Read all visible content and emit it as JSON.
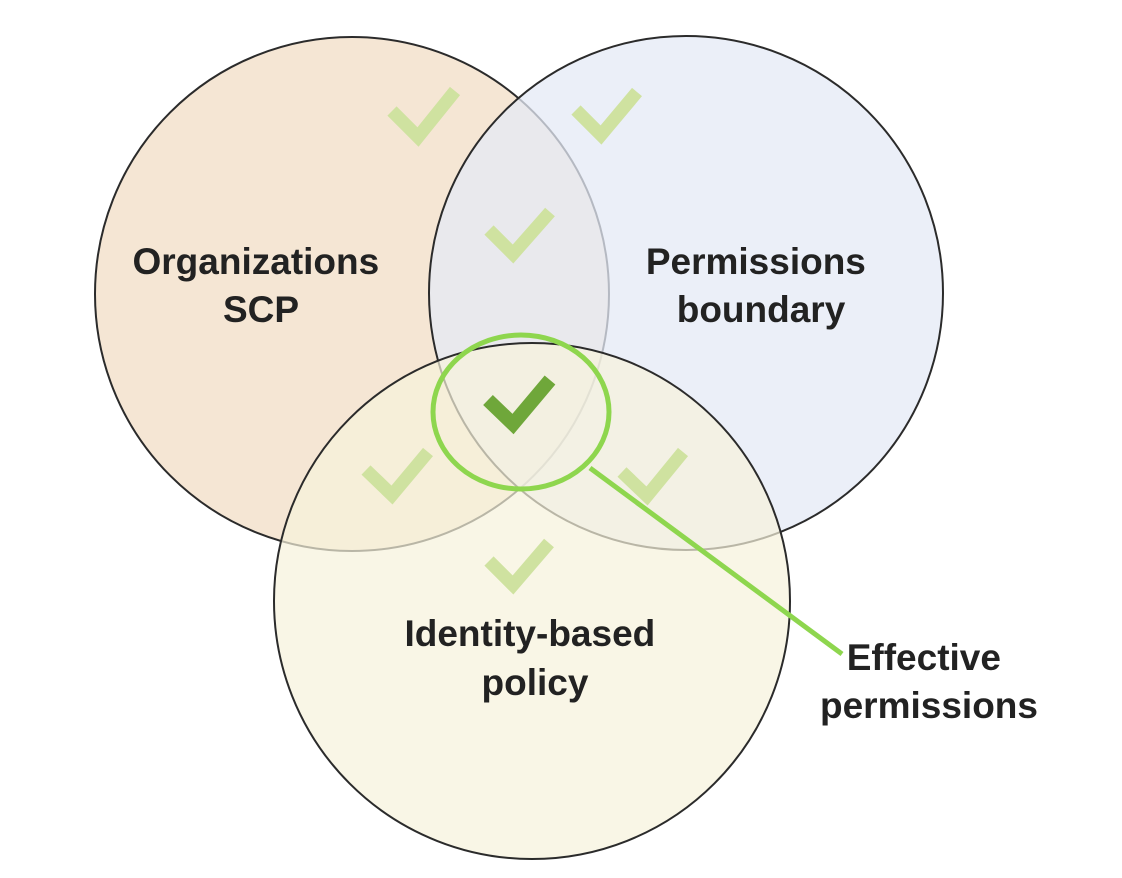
{
  "circles": {
    "scp": {
      "label_line1": "Organizations",
      "label_line2": "SCP",
      "fill": "#f3e2cc",
      "stroke": "#2b2b2b"
    },
    "boundary": {
      "label_line1": "Permissions",
      "label_line2": "boundary",
      "fill": "#e4e9f6",
      "stroke": "#2b2b2b"
    },
    "identity": {
      "label_line1": "Identity-based",
      "label_line2": "policy",
      "fill": "#f6f2dc",
      "stroke": "#2b2b2b"
    }
  },
  "callout": {
    "label_line1": "Effective",
    "label_line2": "permissions",
    "color": "#8ed64e"
  },
  "check_icon": {
    "faded_color": "#cfe2a0",
    "effective_color": "#6fa73a"
  }
}
